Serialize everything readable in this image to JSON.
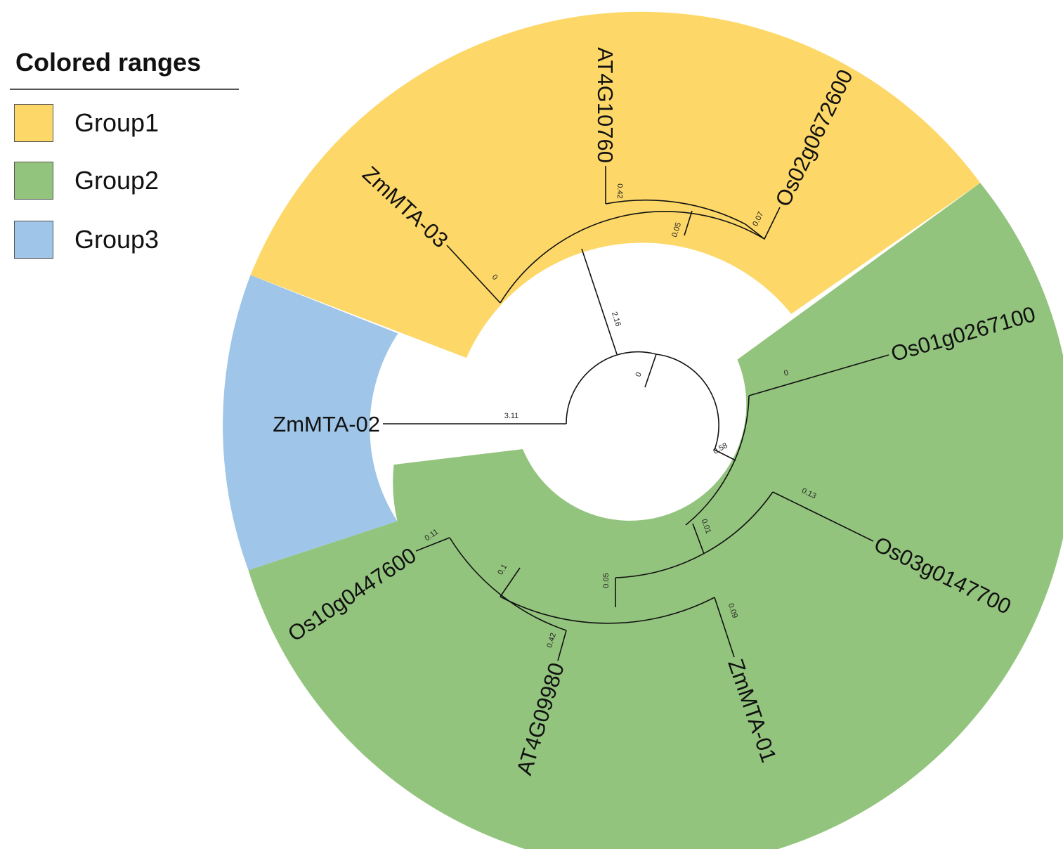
{
  "legend": {
    "title": "Colored ranges",
    "items": [
      {
        "label": "Group1",
        "color": "#fdd868"
      },
      {
        "label": "Group2",
        "color": "#93c47d"
      },
      {
        "label": "Group3",
        "color": "#9fc5e8"
      }
    ]
  },
  "tree": {
    "leaves": {
      "zmmta02": "ZmMTA-02",
      "zmmta03": "ZmMTA-03",
      "at4g10760": "AT4G10760",
      "os02g": "Os02g0672600",
      "os01g": "Os01g0267100",
      "os03g": "Os03g0147700",
      "zmmta01": "ZmMTA-01",
      "at4g09980": "AT4G09980",
      "os10g": "Os10g0447600"
    },
    "branch_lengths": {
      "zmmta02": "3.11",
      "upper_clade": "0",
      "group1": "2.16",
      "zmmta03": "0",
      "at_os02_node": "0.05",
      "at4g10760": "0.42",
      "os02g": "0.07",
      "green_node": "0.58",
      "os01g": "0",
      "n1": "0.01",
      "os03g": "0.13",
      "n2": "0.05",
      "zmmta01": "0.09",
      "n3": "0.1",
      "os10g": "0.11",
      "at4g09980": "0.42"
    }
  }
}
